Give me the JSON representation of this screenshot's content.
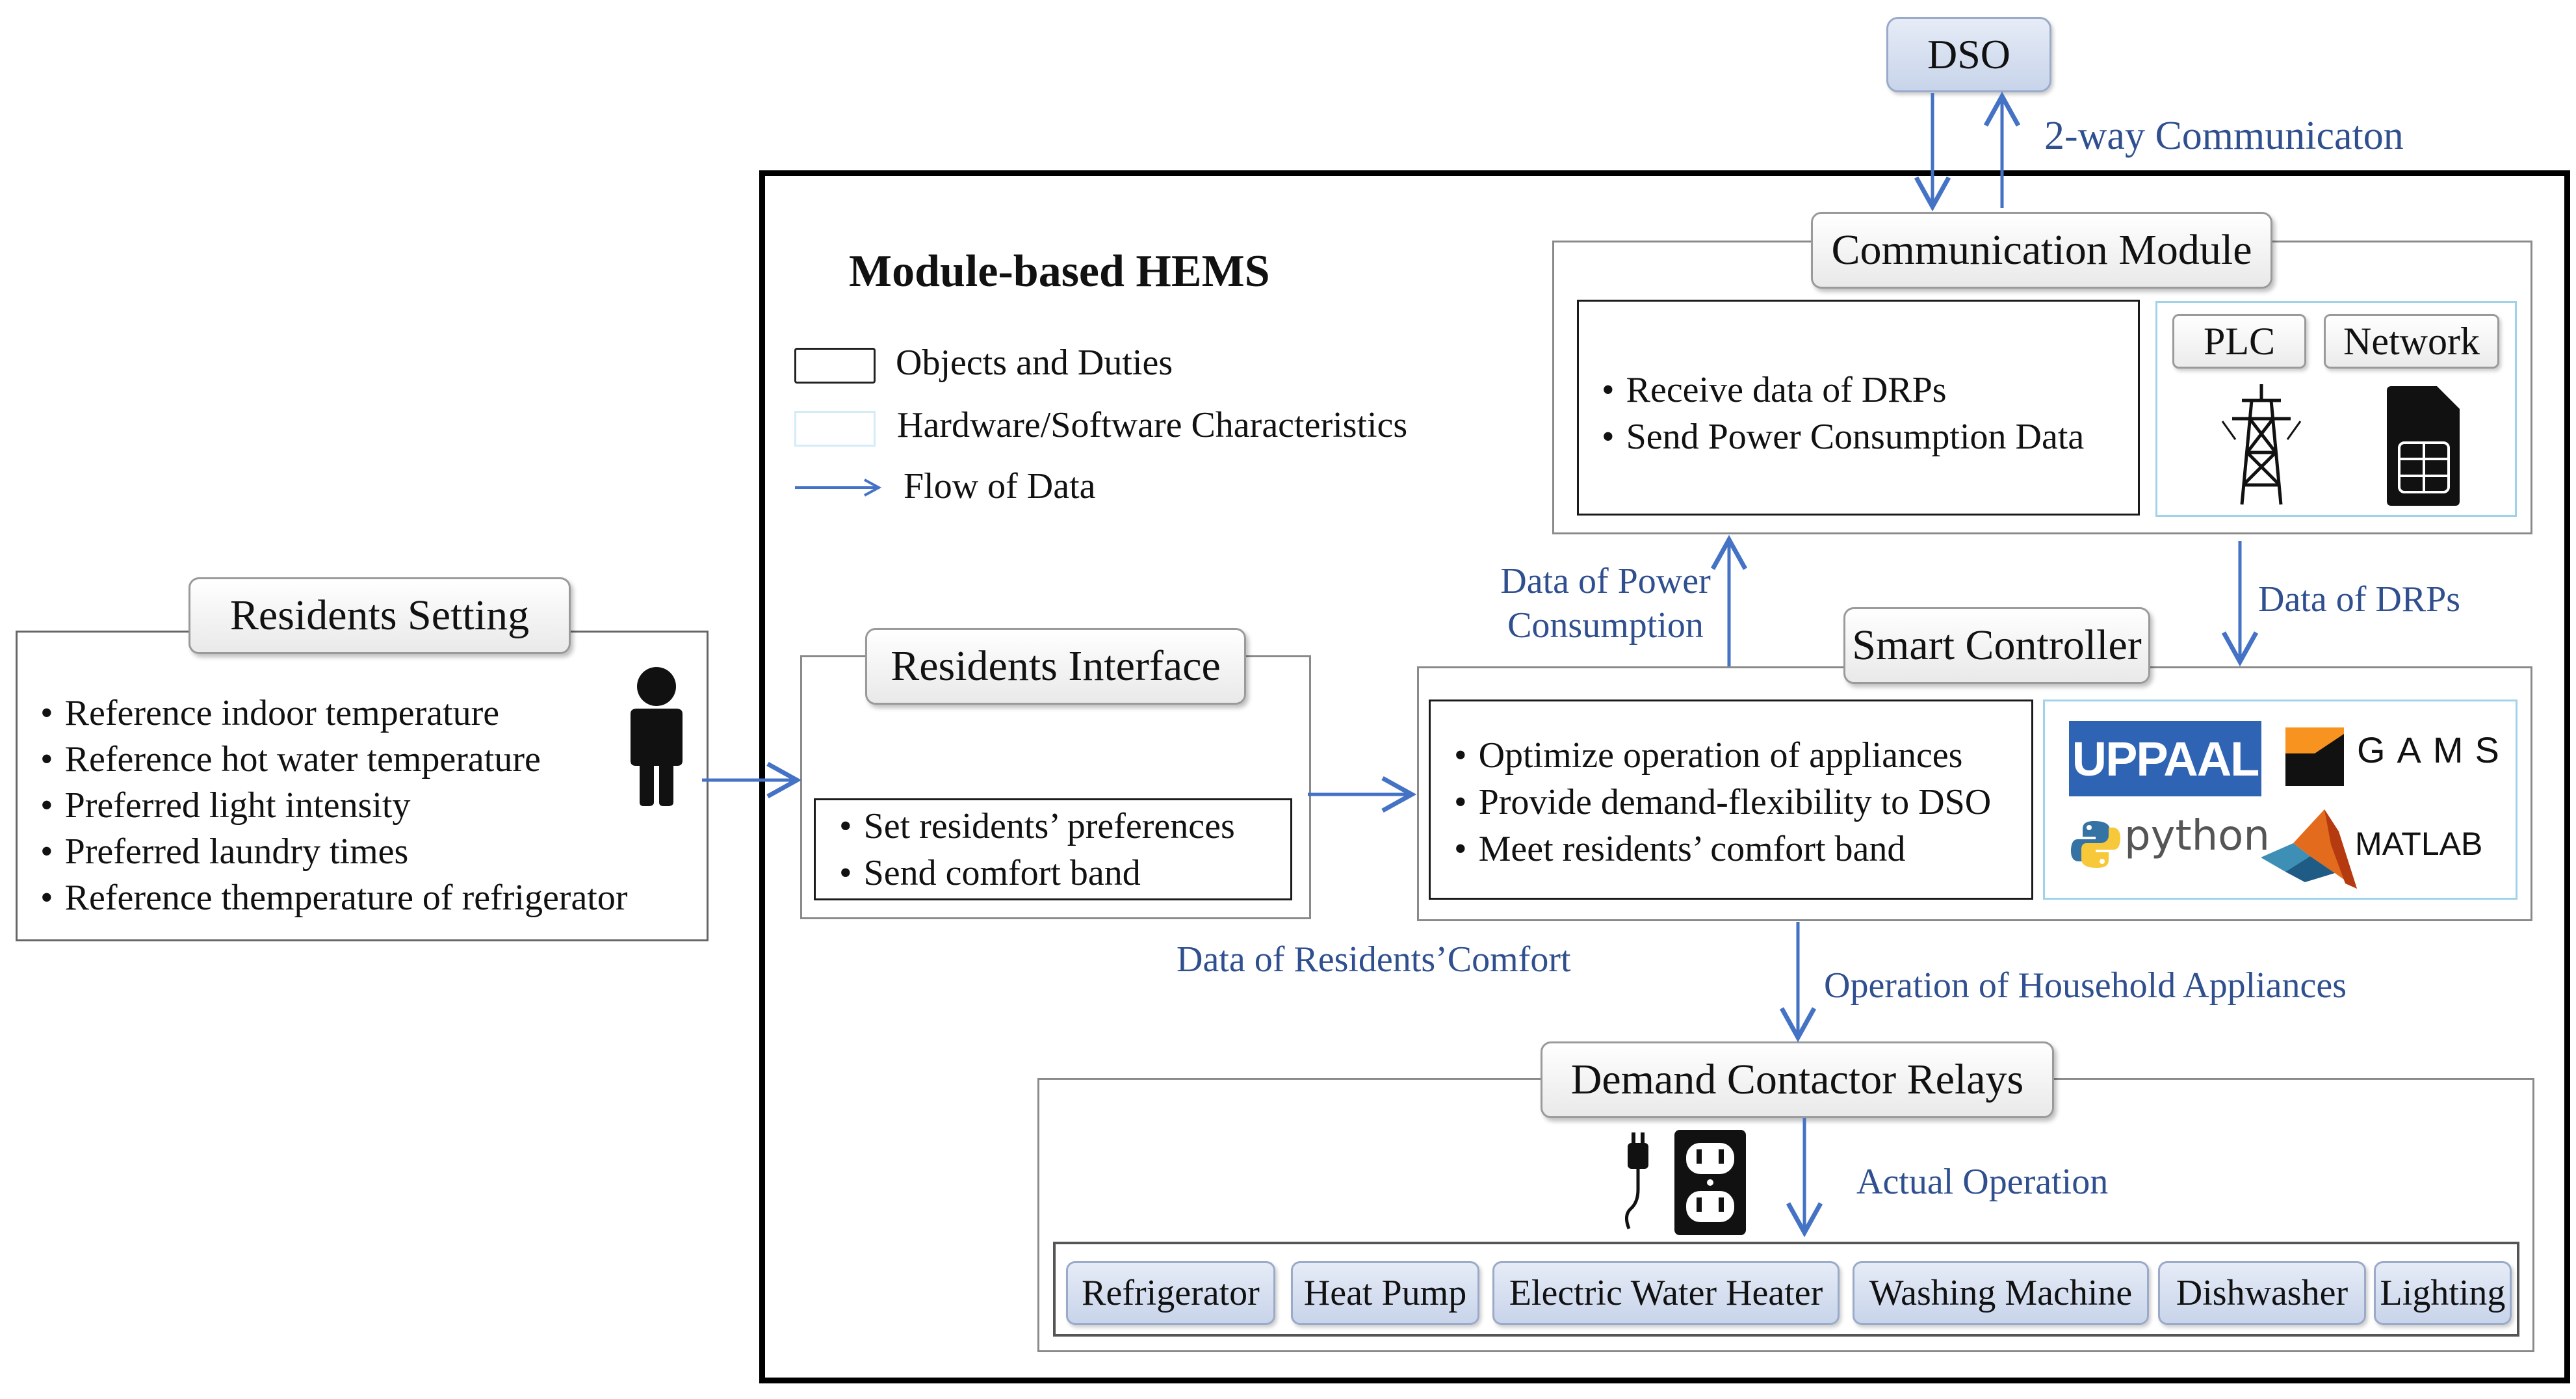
{
  "title": "Module-based HEMS",
  "legend": {
    "objects": "Objects and Duties",
    "hardware": "Hardware/Software Characteristics",
    "flow": "Flow of Data"
  },
  "dso": {
    "label": "DSO",
    "link_label": "2-way Communicaton"
  },
  "communication_module": {
    "title": "Communication Module",
    "duties": [
      "Receive data of DRPs",
      "Send Power Consumption Data"
    ],
    "hardware": [
      "PLC",
      "Network"
    ]
  },
  "residents_setting": {
    "title": "Residents Setting",
    "items": [
      "Reference indoor temperature",
      "Reference hot water temperature",
      "Preferred light intensity",
      "Preferred laundry times",
      "Reference themperature of refrigerator"
    ]
  },
  "residents_interface": {
    "title": "Residents Interface",
    "duties": [
      "Set residents’ preferences",
      "Send comfort band"
    ]
  },
  "smart_controller": {
    "title": "Smart Controller",
    "duties": [
      "Optimize operation of appliances",
      "Provide demand-flexibility to DSO",
      "Meet residents’ comfort band"
    ],
    "software": {
      "uppaal": "UPPAAL",
      "gams": "GAMS",
      "python": "python",
      "matlab": "MATLAB"
    }
  },
  "flows": {
    "power_consumption_line1": "Data of Power",
    "power_consumption_line2": "Consumption",
    "drps": "Data of DRPs",
    "residents_comfort": "Data of Residents’Comfort",
    "household_ops": "Operation of Household Appliances",
    "actual_operation": "Actual Operation"
  },
  "demand_relays": {
    "title": "Demand Contactor Relays",
    "appliances": [
      "Refrigerator",
      "Heat Pump",
      "Electric Water Heater",
      "Washing Machine",
      "Dishwasher",
      "Lighting"
    ]
  },
  "colors": {
    "arrow": "#4472c4",
    "flow_text": "#2f4f8f",
    "border_main": "#000000",
    "hw_border": "#9fd3ea"
  }
}
